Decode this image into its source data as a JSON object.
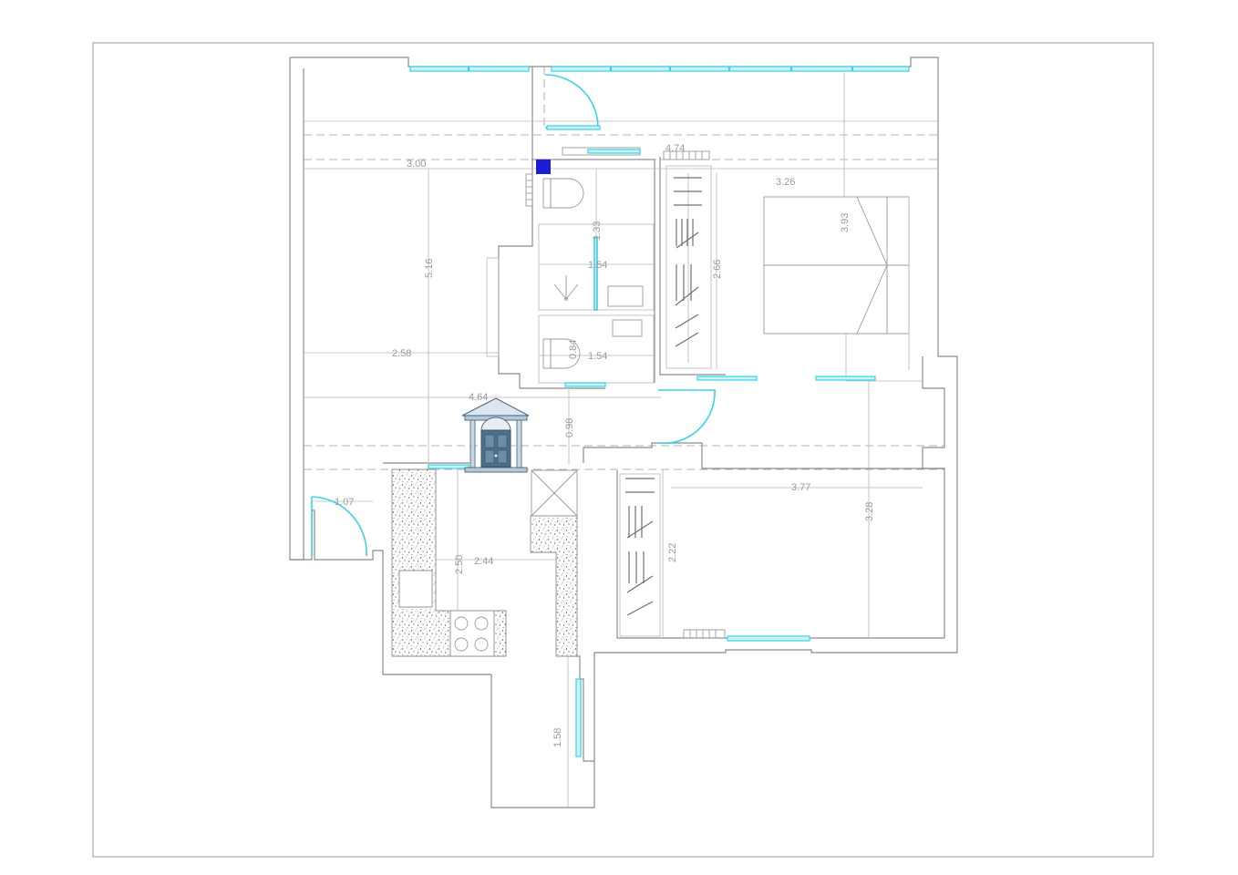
{
  "colors": {
    "wall": "#8c8c8c",
    "dimension_text": "#9a9a9a",
    "window": "#39d3e4",
    "door_swing": "#39d3e4",
    "entrance_icon": "#4f6f8a",
    "marker": "#1d1dd6"
  },
  "dimensions": {
    "d_474": "4.74",
    "d_300": "3.00",
    "d_326": "3.26",
    "d_516": "5.16",
    "d_393": "3.93",
    "d_133": "1.33",
    "d_154a": "1.54",
    "d_266": "2.66",
    "d_258": "2.58",
    "d_084": "0.84",
    "d_154b": "1.54",
    "d_464": "4.64",
    "d_098": "0.98",
    "d_107": "1.07",
    "d_377": "3.77",
    "d_328": "3.28",
    "d_250": "2.50",
    "d_244": "2.44",
    "d_222": "2.22",
    "d_158": "1.58"
  },
  "icons": {
    "entrance": "front-door-portico-icon",
    "marker": "blue-square-marker-icon"
  }
}
